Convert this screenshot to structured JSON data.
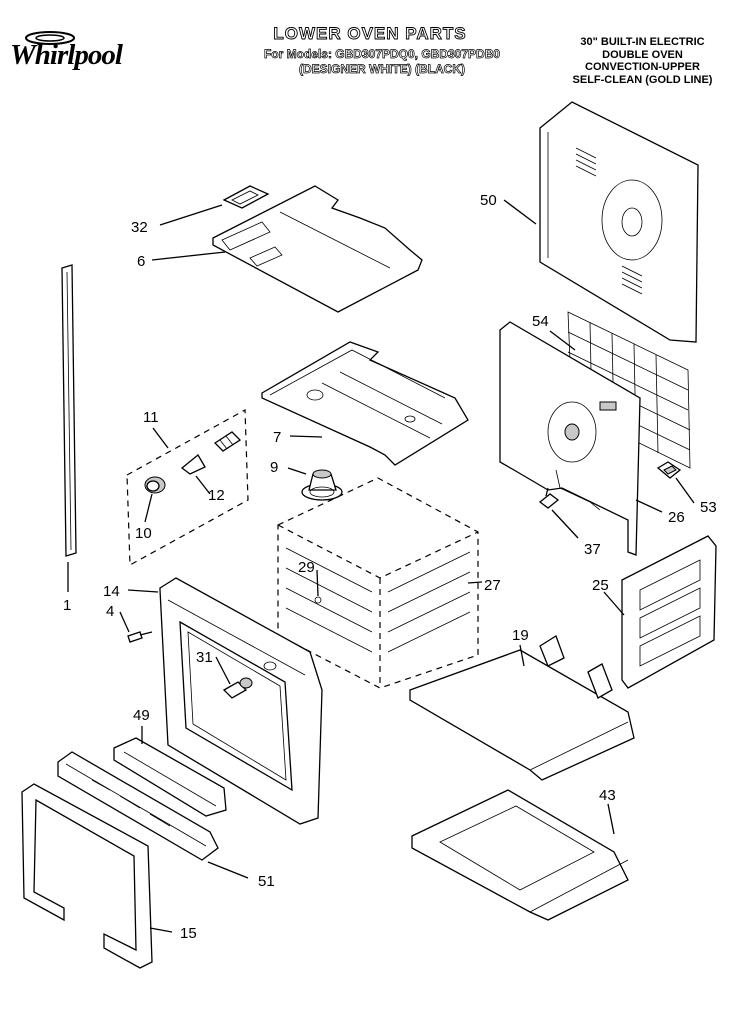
{
  "header": {
    "brand": "Whirlpool",
    "title": "LOWER OVEN PARTS",
    "models_line": "For Models: GBD307PDQ0, GBD307PDB0",
    "models_sub": "(DESIGNER WHITE)   (BLACK)",
    "description": [
      "30\" BUILT-IN ELECTRIC",
      "DOUBLE OVEN",
      "CONVECTION-UPPER",
      "SELF-CLEAN (GOLD LINE)"
    ]
  },
  "callouts": {
    "c1": "1",
    "c4": "4",
    "c6": "6",
    "c7": "7",
    "c9": "9",
    "c10": "10",
    "c11": "11",
    "c12": "12",
    "c14": "14",
    "c15": "15",
    "c19": "19",
    "c25": "25",
    "c26": "26",
    "c27": "27",
    "c29": "29",
    "c31": "31",
    "c32": "32",
    "c37": "37",
    "c43": "43",
    "c49": "49",
    "c50": "50",
    "c51": "51",
    "c53": "53",
    "c54": "54"
  },
  "colors": {
    "ink": "#000000",
    "paper": "#ffffff"
  },
  "icons": {
    "brand_logo": "whirlpool-logo"
  }
}
